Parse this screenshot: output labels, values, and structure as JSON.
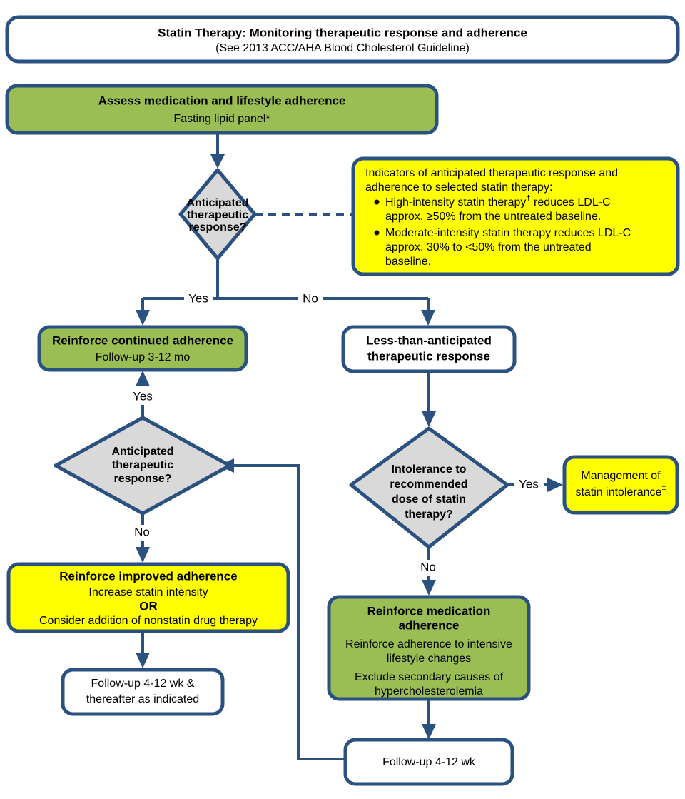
{
  "chart_data": {
    "type": "diagram",
    "diagram_kind": "clinical-flowchart",
    "title": "Statin Therapy: Monitoring therapeutic response and adherence",
    "subtitle": "(See 2013 ACC/AHA Blood Cholesterol Guideline)",
    "colors": {
      "border": "#2B5180",
      "green_fill": "#9BBE54",
      "yellow_fill": "#FFFF00",
      "gray_fill": "#D9D9D9",
      "white_fill": "#FFFFFF",
      "text": "#000000"
    },
    "nodes": [
      {
        "id": "title",
        "kind": "title-box",
        "fill": "#FFFFFF"
      },
      {
        "id": "assess",
        "kind": "process",
        "fill": "#9BBE54"
      },
      {
        "id": "decision1",
        "kind": "decision",
        "fill": "#D9D9D9"
      },
      {
        "id": "indicators",
        "kind": "note",
        "fill": "#FFFF00"
      },
      {
        "id": "reinforce-cont",
        "kind": "process",
        "fill": "#9BBE54"
      },
      {
        "id": "less-than",
        "kind": "process",
        "fill": "#FFFFFF"
      },
      {
        "id": "decision2",
        "kind": "decision",
        "fill": "#D9D9D9"
      },
      {
        "id": "decision3",
        "kind": "decision",
        "fill": "#D9D9D9"
      },
      {
        "id": "mgmt-intol",
        "kind": "note",
        "fill": "#FFFF00"
      },
      {
        "id": "reinforce-impr",
        "kind": "note",
        "fill": "#FFFF00"
      },
      {
        "id": "reinforce-med",
        "kind": "process",
        "fill": "#9BBE54"
      },
      {
        "id": "followup-left",
        "kind": "process",
        "fill": "#FFFFFF"
      },
      {
        "id": "followup-bot",
        "kind": "process",
        "fill": "#FFFFFF"
      }
    ],
    "edges": [
      {
        "from": "assess",
        "to": "decision1",
        "label": ""
      },
      {
        "from": "decision1",
        "to": "indicators",
        "label": "",
        "style": "dashed"
      },
      {
        "from": "decision1",
        "to": "reinforce-cont",
        "label": "Yes"
      },
      {
        "from": "decision1",
        "to": "less-than",
        "label": "No"
      },
      {
        "from": "decision2",
        "to": "reinforce-cont",
        "label": "Yes"
      },
      {
        "from": "decision2",
        "to": "reinforce-impr",
        "label": "No"
      },
      {
        "from": "reinforce-impr",
        "to": "followup-left",
        "label": ""
      },
      {
        "from": "less-than",
        "to": "decision3",
        "label": ""
      },
      {
        "from": "decision3",
        "to": "mgmt-intol",
        "label": "Yes"
      },
      {
        "from": "decision3",
        "to": "reinforce-med",
        "label": "No"
      },
      {
        "from": "reinforce-med",
        "to": "followup-bot",
        "label": ""
      },
      {
        "from": "followup-bot",
        "to": "decision2",
        "label": ""
      }
    ]
  },
  "title_box": {
    "line1": "Statin Therapy: Monitoring therapeutic response and adherence",
    "line2": "(See 2013 ACC/AHA Blood Cholesterol Guideline)"
  },
  "assess_box": {
    "heading": "Assess medication and lifestyle adherence",
    "line1": "Fasting lipid panel*"
  },
  "decision1": {
    "line1": "Anticipated",
    "line2": "therapeutic",
    "line3": "response?"
  },
  "indicators_box": {
    "intro1": "Indicators of anticipated therapeutic response and",
    "intro2": "adherence to selected statin therapy:",
    "bullets": [
      {
        "line1_a": "High-intensity statin therapy",
        "line1_sup": "†",
        "line1_b": " reduces LDL-C",
        "line2": "approx. ≥50% from the untreated baseline."
      },
      {
        "line1_a": "Moderate-intensity statin therapy reduces LDL-C",
        "line1_sup": "",
        "line1_b": "",
        "line2": "approx. 30% to <50% from the untreated",
        "line3": "baseline."
      }
    ]
  },
  "reinforce_continued": {
    "heading": "Reinforce continued adherence",
    "line1": "Follow-up 3-12 mo"
  },
  "less_than_box": {
    "line1": "Less-than-anticipated",
    "line2": "therapeutic response"
  },
  "decision2": {
    "line1": "Anticipated",
    "line2": "therapeutic",
    "line3": "response?"
  },
  "decision3": {
    "line1": "Intolerance to",
    "line2": "recommended",
    "line3": "dose of statin",
    "line4": "therapy?"
  },
  "mgmt_intolerance": {
    "line1": "Management of",
    "line2_a": "statin intolerance",
    "line2_sup": "‡"
  },
  "reinforce_improved": {
    "heading": "Reinforce improved adherence",
    "line1": "Increase statin intensity",
    "line2": "OR",
    "line3": "Consider addition of nonstatin drug therapy"
  },
  "reinforce_medication": {
    "heading1": "Reinforce medication",
    "heading2": "adherence",
    "line1": "Reinforce adherence to intensive",
    "line2": "lifestyle changes",
    "line3": "Exclude secondary causes of",
    "line4": "hypercholesterolemia"
  },
  "followup_left": {
    "line1": "Follow-up 4-12 wk &",
    "line2": "thereafter as indicated"
  },
  "followup_bottom": {
    "line1": "Follow-up 4-12 wk"
  },
  "edge_labels": {
    "yes": "Yes",
    "no": "No"
  }
}
